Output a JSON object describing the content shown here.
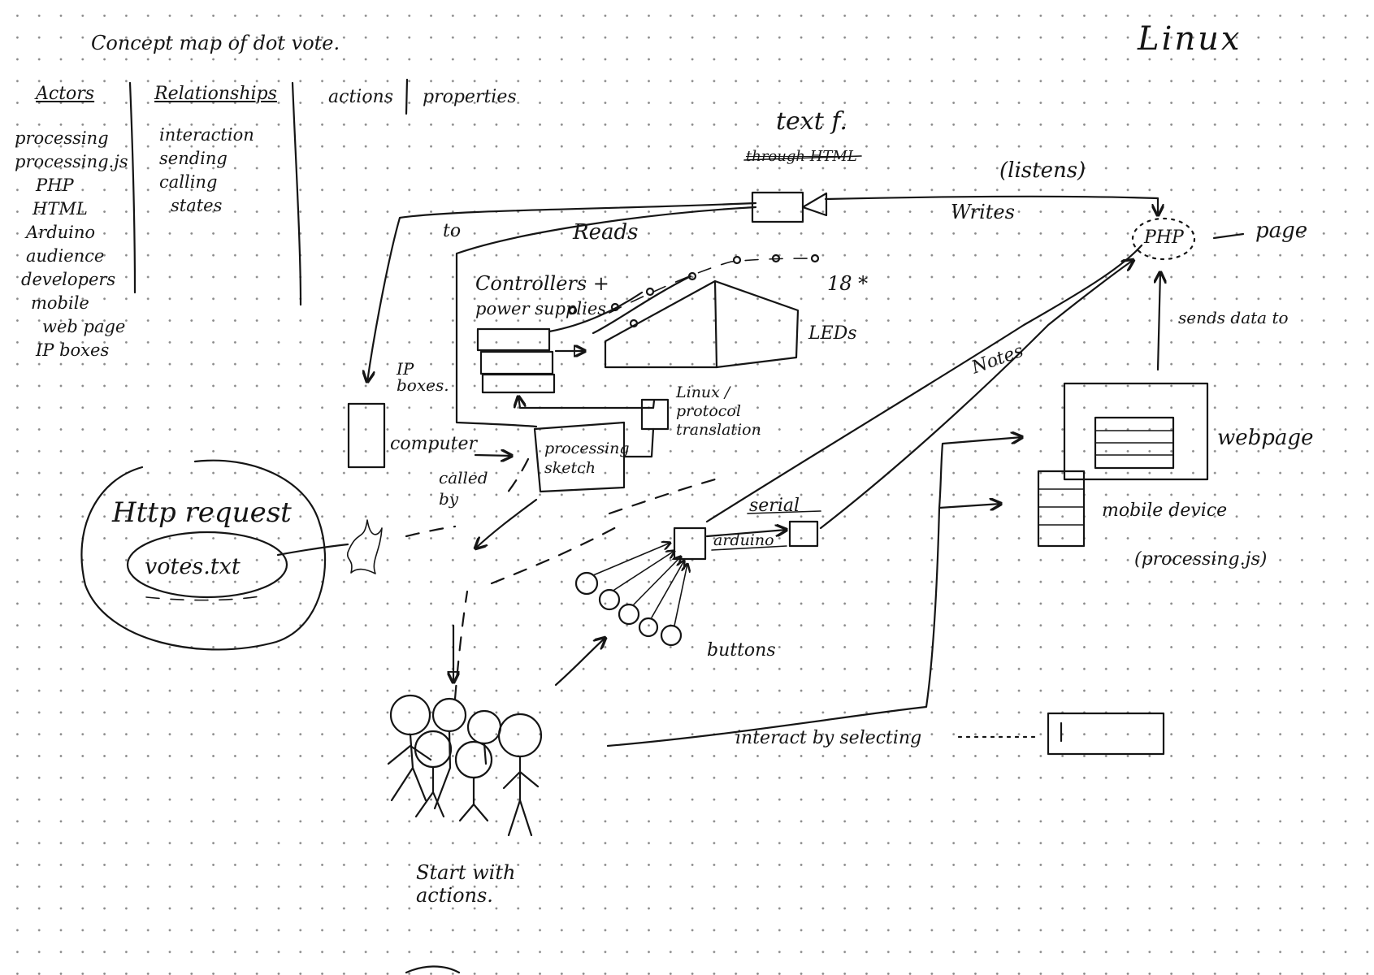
{
  "title": "Concept map of dot vote.",
  "corner_label": "Linux",
  "columns": {
    "actors": {
      "heading": "Actors",
      "items": [
        "processing",
        "processing.js",
        "PHP",
        "HTML",
        "Arduino",
        "audience",
        "developers",
        "mobile",
        "web page",
        "IP boxes"
      ]
    },
    "relationships": {
      "heading": "Relationships",
      "items": [
        "interaction",
        "sending",
        "calling",
        "states"
      ]
    },
    "actions": {
      "heading": "actions"
    },
    "properties": {
      "heading": "properties"
    }
  },
  "nodes": {
    "text_file": "text f.",
    "through_html": "through HTML",
    "php": "PHP",
    "page": "page",
    "listens": "(listens)",
    "writes": "Writes",
    "reads": "Reads",
    "to": "to",
    "controllers": "Controllers +",
    "power_supplies": "power supplies",
    "leds": "LEDs",
    "led_count": "18 *",
    "ip_boxes": "IP\nboxes.",
    "linux_protocol": "Linux /\nprotocol\ntranslation",
    "computer": "computer",
    "processing_sketch": "processing\nsketch",
    "called_by": "called\nby",
    "http_request": "Http request",
    "votes_file": "votes.txt",
    "serial": "serial",
    "arduino": "arduino",
    "buttons": "buttons",
    "notes": "Notes",
    "sends_data_to": "sends data to",
    "webpage": "webpage",
    "mobile_device": "mobile device",
    "processing_js": "(processing.js)",
    "interact_by_selecting": "interact by selecting",
    "start_with_actions": "Start with\nactions."
  },
  "colors": {
    "ink": "#151515",
    "paper": "#ffffff",
    "grid_dot": "#8a8a8a"
  }
}
